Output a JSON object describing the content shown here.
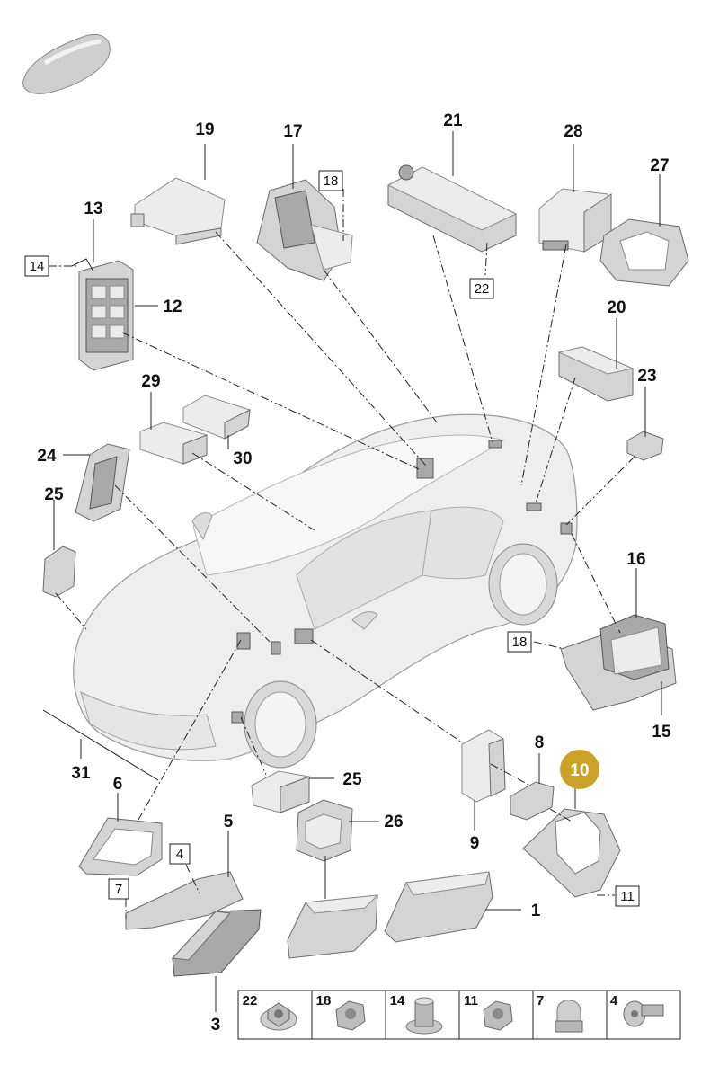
{
  "diagram": {
    "labels": {
      "n1": "1",
      "n3": "3",
      "n5": "5",
      "n6": "6",
      "n8": "8",
      "n9": "9",
      "n10": "10",
      "n12": "12",
      "n13": "13",
      "n15": "15",
      "n16": "16",
      "n17": "17",
      "n19": "19",
      "n20": "20",
      "n21": "21",
      "n23": "23",
      "n24": "24",
      "n25a": "25",
      "n25b": "25",
      "n26": "26",
      "n27": "27",
      "n28": "28",
      "n29": "29",
      "n30": "30",
      "n31": "31"
    },
    "boxed": {
      "b14": "14",
      "b18a": "18",
      "b18b": "18",
      "b22": "22",
      "b4": "4",
      "b7": "7",
      "b11": "11"
    },
    "fasteners": [
      "22",
      "18",
      "14",
      "11",
      "7",
      "4"
    ],
    "highlight_color": "#c9a227"
  }
}
